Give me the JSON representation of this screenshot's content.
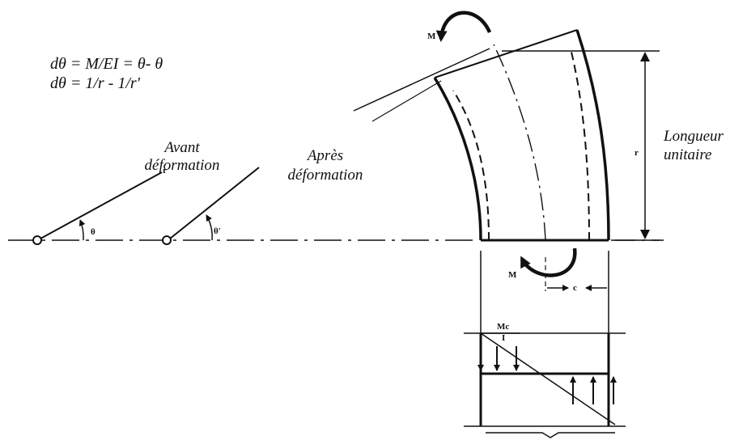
{
  "equations": {
    "line1": "dθ = M/EI = θ- θ",
    "line2": "dθ = 1/r  -  1/r'"
  },
  "labels": {
    "avant_line1": "Avant",
    "avant_line2": "déformation",
    "apres_line1": "Après",
    "apres_line2": "déformation",
    "longueur_line1": "Longueur",
    "longueur_line2": "unitaire"
  },
  "symbols": {
    "moment_top": "M",
    "moment_bottom": "M",
    "radius": "r",
    "theta": "θ",
    "theta_prime": "θ'",
    "c_dimension": "c",
    "stress_num": "Mc",
    "stress_den": "I"
  }
}
